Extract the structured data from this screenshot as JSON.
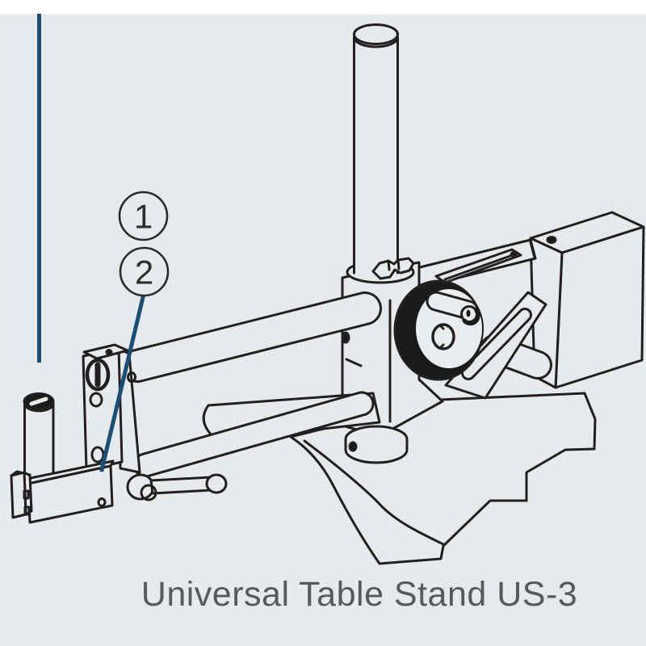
{
  "page": {
    "background_color": "#e6eaec",
    "top_strip_color": "#ffffff"
  },
  "diagram": {
    "caption": "Universal Table Stand US-3",
    "callouts": [
      {
        "label": "1"
      },
      {
        "label": "2"
      }
    ],
    "colors": {
      "line": "#231f20",
      "leader_blue": "#1a4e74",
      "knob_black": "#1a1a1a",
      "caption_gray": "#58595b"
    }
  }
}
